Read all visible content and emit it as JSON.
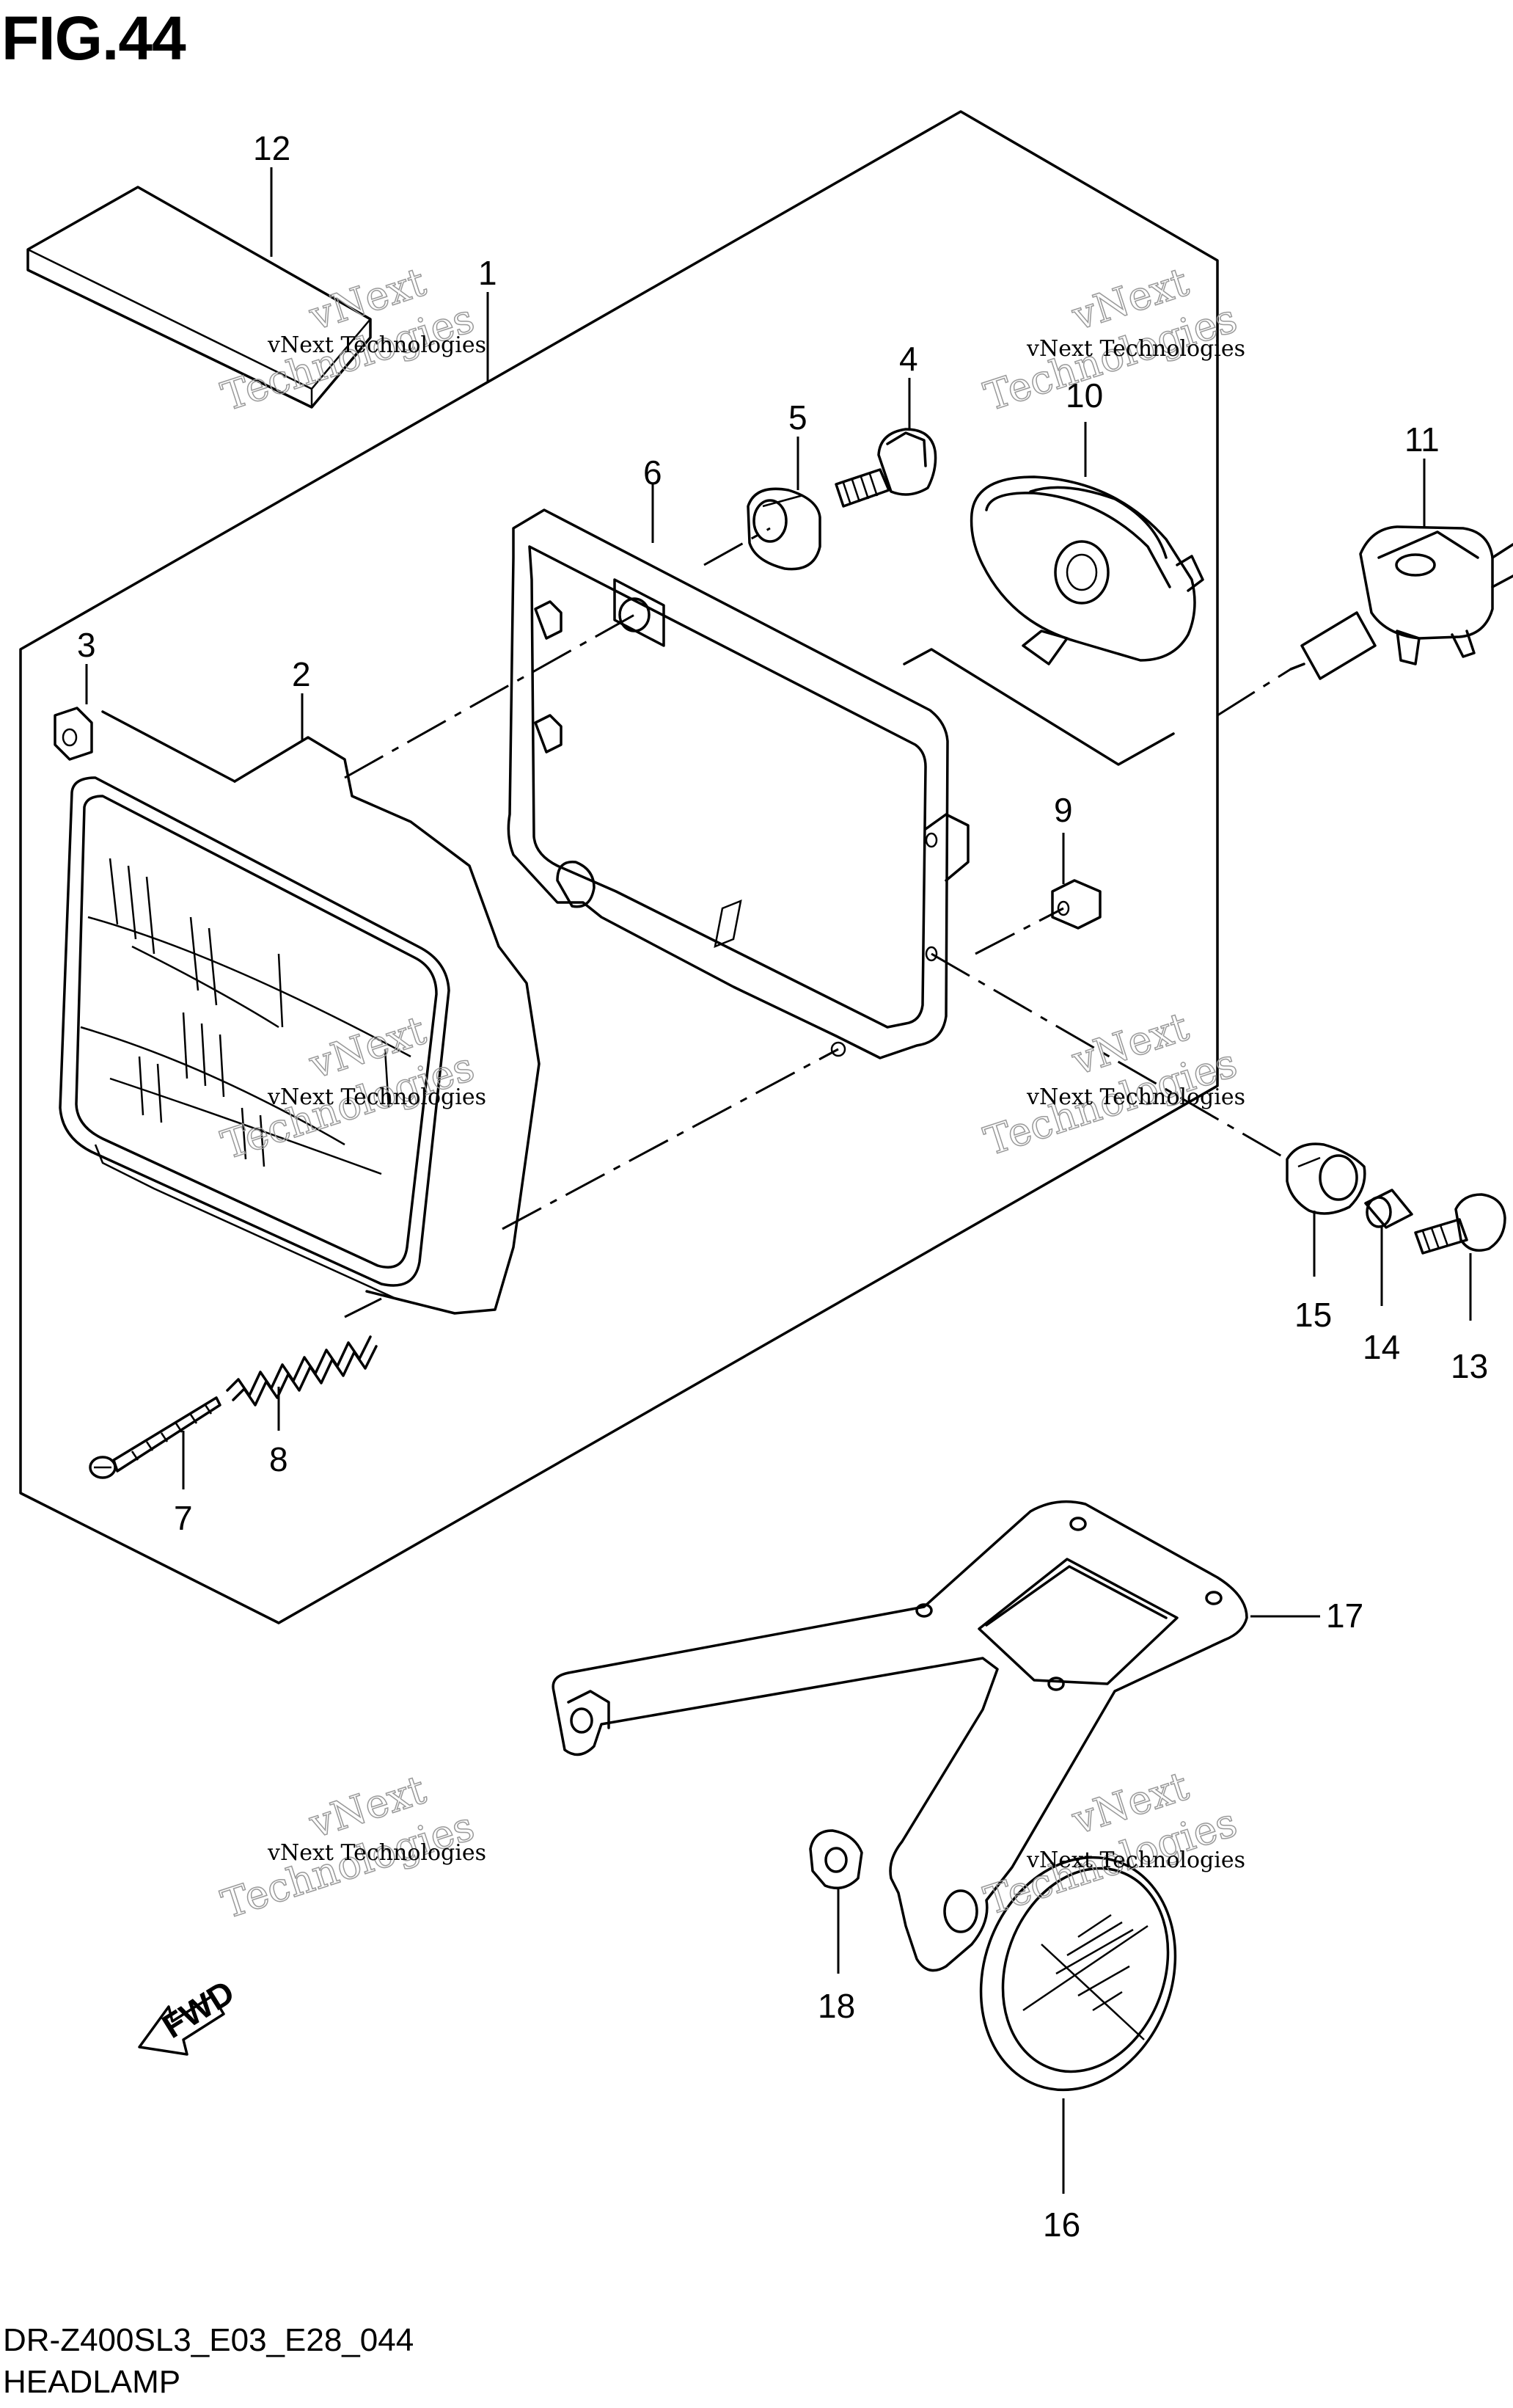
{
  "figure": {
    "title": "FIG.44"
  },
  "callouts": [
    {
      "id": "1",
      "label": "1"
    },
    {
      "id": "2",
      "label": "2"
    },
    {
      "id": "3",
      "label": "3"
    },
    {
      "id": "4",
      "label": "4"
    },
    {
      "id": "5",
      "label": "5"
    },
    {
      "id": "6",
      "label": "6"
    },
    {
      "id": "7",
      "label": "7"
    },
    {
      "id": "8",
      "label": "8"
    },
    {
      "id": "9",
      "label": "9"
    },
    {
      "id": "10",
      "label": "10"
    },
    {
      "id": "11",
      "label": "11"
    },
    {
      "id": "12",
      "label": "12"
    },
    {
      "id": "13",
      "label": "13"
    },
    {
      "id": "14",
      "label": "14"
    },
    {
      "id": "15",
      "label": "15"
    },
    {
      "id": "16",
      "label": "16"
    },
    {
      "id": "17",
      "label": "17"
    },
    {
      "id": "18",
      "label": "18"
    }
  ],
  "watermark": {
    "line1": "vNext Technologies",
    "line2": "vNext",
    "line3": "Technologies"
  },
  "direction": {
    "label": "FWD"
  },
  "footer": {
    "code": "DR-Z400SL3_E03_E28_044",
    "name": "HEADLAMP"
  }
}
